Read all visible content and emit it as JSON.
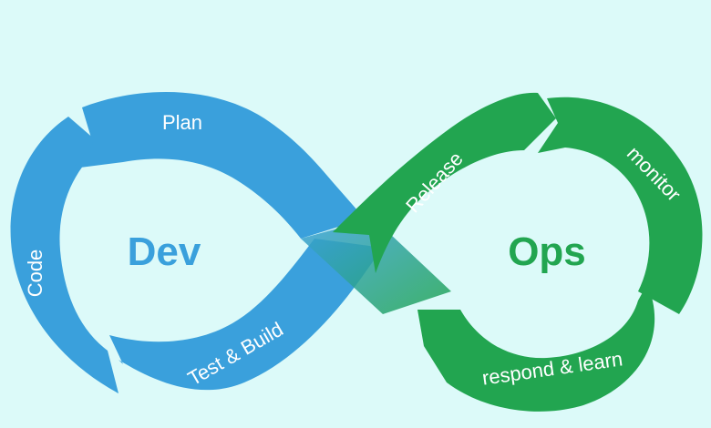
{
  "dev": {
    "label": "Dev",
    "color": "#3aa0dc"
  },
  "ops": {
    "label": "Ops",
    "color": "#22a550"
  },
  "background": "#dcfaf9",
  "stages": {
    "plan": "Plan",
    "code": "Code",
    "test_build": "Test & Build",
    "release": "Release",
    "monitor": "monitor",
    "respond_learn": "respond & learn"
  }
}
